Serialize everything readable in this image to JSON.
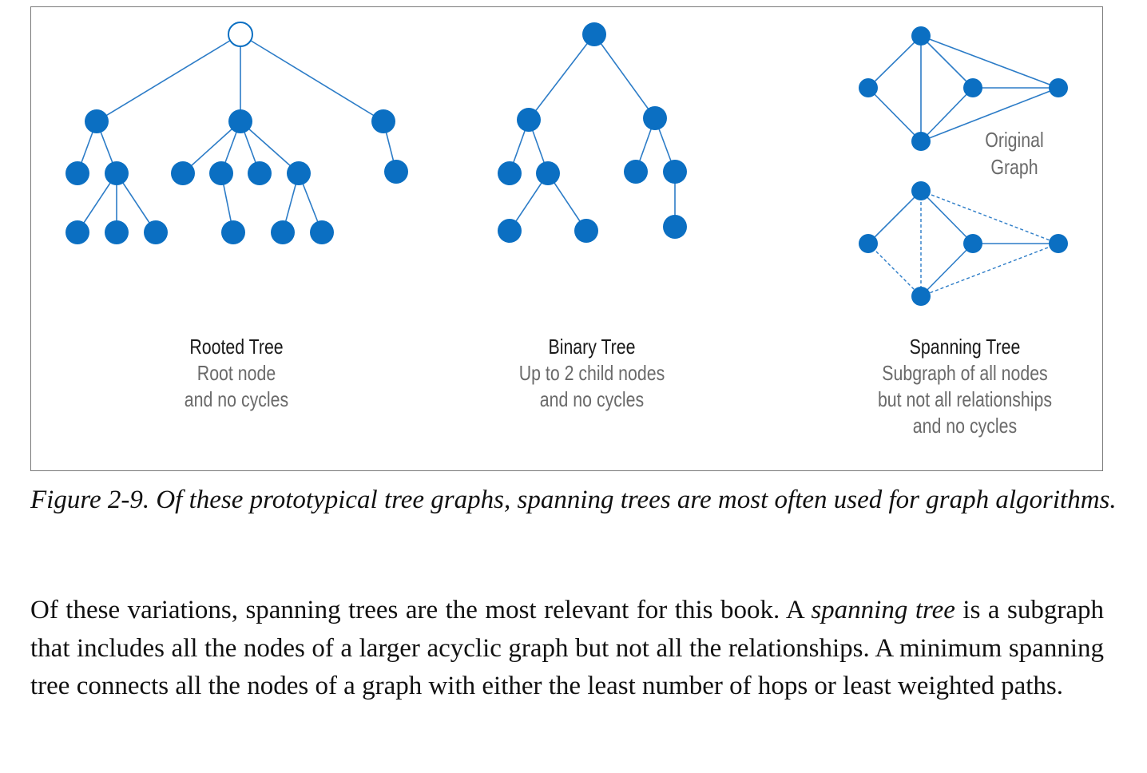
{
  "figure": {
    "panels": [
      {
        "title": "Rooted Tree",
        "lines": [
          "Root node",
          "and no cycles"
        ]
      },
      {
        "title": "Binary Tree",
        "lines": [
          "Up to 2 child nodes",
          "and no cycles"
        ]
      },
      {
        "title": "Spanning Tree",
        "lines": [
          "Subgraph of all nodes",
          "but not all relationships",
          "and no cycles"
        ]
      }
    ],
    "original_graph_label": [
      "Original",
      "Graph"
    ],
    "node_color": "#0b6fc2"
  },
  "caption": "Figure 2-9. Of these prototypical tree graphs, spanning trees are most often used for graph algorithms.",
  "body": {
    "p1_a": "Of these variations, spanning trees are the most relevant for this book. A ",
    "p1_em1": "spanning tree",
    "p1_b": " is a subgraph that includes all the nodes of a larger acyclic graph but not all the relationships. A minimum spanning tree connects all the nodes of a graph with either the least number of hops or least weighted paths."
  }
}
